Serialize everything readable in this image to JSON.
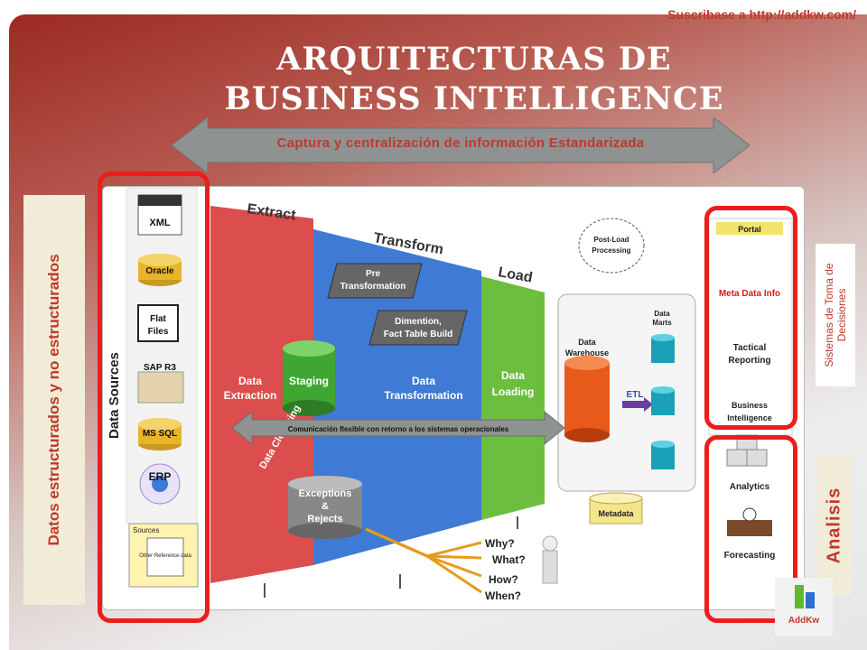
{
  "header": {
    "subscribe": "Suscribase a http://addkw.com/",
    "title": "ARQUITECTURAS DE BUSINESS INTELLIGENCE"
  },
  "top_arrow": {
    "label": "Captura y centralización  de información Estandarizada"
  },
  "left_label": "Datos estructurados y no estructurados",
  "right_labels": {
    "decision_systems": "Sistemas de Toma de Decisiones",
    "analysis": "Analisis"
  },
  "diagram": {
    "data_sources_title": "Data Sources",
    "sources": [
      "XML",
      "Oracle",
      "Flat Files",
      "SAP R3",
      "MS SQL",
      "ERP",
      "Other Reference data"
    ],
    "sources_label": "Sources",
    "stages": [
      "Extract",
      "Transform",
      "Load"
    ],
    "boxes": {
      "pre_transformation": "Pre Transformation",
      "dimention": "Dimention, Fact Table Build",
      "post_load": "Post-Load Processing",
      "data_extraction": "Data Extraction",
      "staging": "Staging",
      "data_transformation": "Data Transformation",
      "data_loading": "Data Loading",
      "data_warehouse": "Data Warehouse",
      "data_marts": "Data Marts",
      "etl": "ETL",
      "data_cleansing": "Data Cleansing",
      "exceptions": "Exceptions & Rejects",
      "metadata": "Metadata"
    },
    "feedback_arrow": "Comunicación flexible con retorno a los sistemas operacionales",
    "questions": [
      "Why?",
      "What?",
      "How?",
      "When?"
    ],
    "outputs": [
      "Portal",
      "Meta Data Info",
      "Tactical Reporting",
      "Business Intelligence",
      "Analytics",
      "Forecasting"
    ],
    "logo_text": "AddKw"
  },
  "colors": {
    "accent_red": "#c0392b",
    "extract": "#d83a3a",
    "transform": "#2f6fd0",
    "load": "#5fb82e",
    "bracket": "#ee1c1c"
  }
}
